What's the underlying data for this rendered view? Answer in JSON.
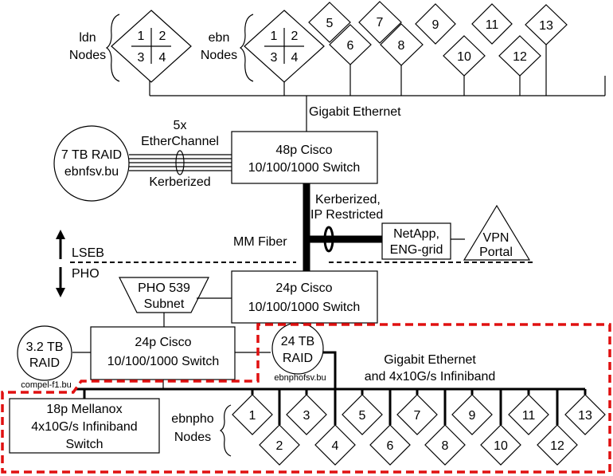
{
  "ldn_nodes": {
    "label_line1": "ldn",
    "label_line2": "Nodes",
    "cells": [
      "1",
      "2",
      "3",
      "4"
    ]
  },
  "ebn_nodes": {
    "label_line1": "ebn",
    "label_line2": "Nodes",
    "cells": [
      "1",
      "2",
      "3",
      "4"
    ],
    "singles": [
      "5",
      "6",
      "7",
      "8",
      "9",
      "10",
      "11",
      "12",
      "13"
    ]
  },
  "top_link": {
    "label": "Gigabit Ethernet"
  },
  "raid_top": {
    "line1": "7 TB RAID",
    "line2": "ebnfsv.bu"
  },
  "etherchannel": {
    "line1": "5x",
    "line2": "EtherChannel",
    "line3": "Kerberized"
  },
  "switch_48": {
    "line1": "48p Cisco",
    "line2": "10/100/1000 Switch"
  },
  "fiber": {
    "label": "MM Fiber",
    "note_line1": "Kerberized,",
    "note_line2": "IP Restricted"
  },
  "netapp": {
    "line1": "NetApp,",
    "line2": "ENG-grid"
  },
  "vpn": {
    "line1": "VPN",
    "line2": "Portal"
  },
  "boundary": {
    "upper": "LSEB",
    "lower": "PHO"
  },
  "subnet": {
    "line1": "PHO 539",
    "line2": "Subnet"
  },
  "switch_24_mid": {
    "line1": "24p Cisco",
    "line2": "10/100/1000 Switch"
  },
  "switch_24_left": {
    "line1": "24p Cisco",
    "line2": "10/100/1000 Switch"
  },
  "raid_compel": {
    "line1": "3.2 TB",
    "line2": "RAID",
    "host": "compel-f1.bu"
  },
  "raid_ebnpho": {
    "line1": "24 TB",
    "line2": "RAID",
    "host": "ebnphofsv.bu"
  },
  "bottom_link": {
    "line1": "Gigabit Ethernet",
    "line2": "and 4x10G/s Infiniband"
  },
  "mellanox": {
    "line1": "18p Mellanox",
    "line2": "4x10G/s Infiniband",
    "line3": "Switch"
  },
  "ebnpho_nodes": {
    "label_line1": "ebnpho",
    "label_line2": "Nodes",
    "items": [
      "1",
      "2",
      "3",
      "4",
      "5",
      "6",
      "7",
      "8",
      "9",
      "10",
      "11",
      "12",
      "13"
    ]
  }
}
